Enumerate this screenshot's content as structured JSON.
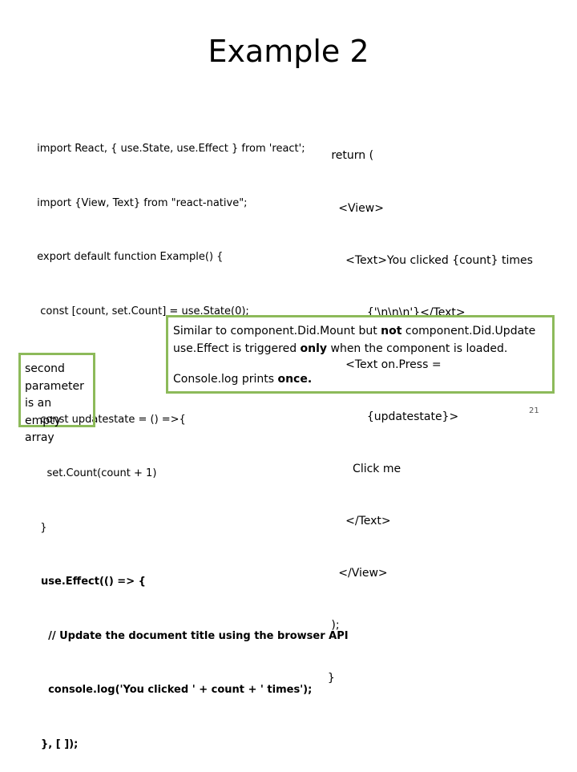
{
  "title": "Example 2",
  "code_left": {
    "lines": [
      " import React, { use.State, use.Effect } from 'react';",
      " import {View, Text} from \"react-native\";",
      " export default function Example() {",
      "  const [count, set.Count] = use.State(0);",
      "",
      "  const updatestate = () =>{",
      "    set.Count(count + 1)",
      "  }",
      "  use.Effect(() => {",
      "    // Update the document title using the browser API",
      "    console.log('You clicked ' + count + ' times');",
      "  }, [ ]);"
    ]
  },
  "code_right": {
    "lines": [
      "   return (",
      "     <View>",
      "       <Text>You clicked {count} times",
      "             {'\\n\\n\\n'}</Text>",
      "       <Text on.Press =",
      "             {updatestate}>",
      "         Click me",
      "       </Text>",
      "     </View>",
      "   );",
      "  }"
    ]
  },
  "note_left": "second parameter is an empty array",
  "note_right": {
    "line1_a": "Similar to component.Did.Mount but ",
    "line1_b": "not",
    "line1_c": " component.Did.Update",
    "line2_a": "use.Effect is triggered ",
    "line2_b": "only",
    "line2_c": " when the component is loaded.",
    "line3_a": "Console.log prints ",
    "line3_b": "once."
  },
  "page_number": "21",
  "colors": {
    "box_border": "#8dba5a"
  }
}
